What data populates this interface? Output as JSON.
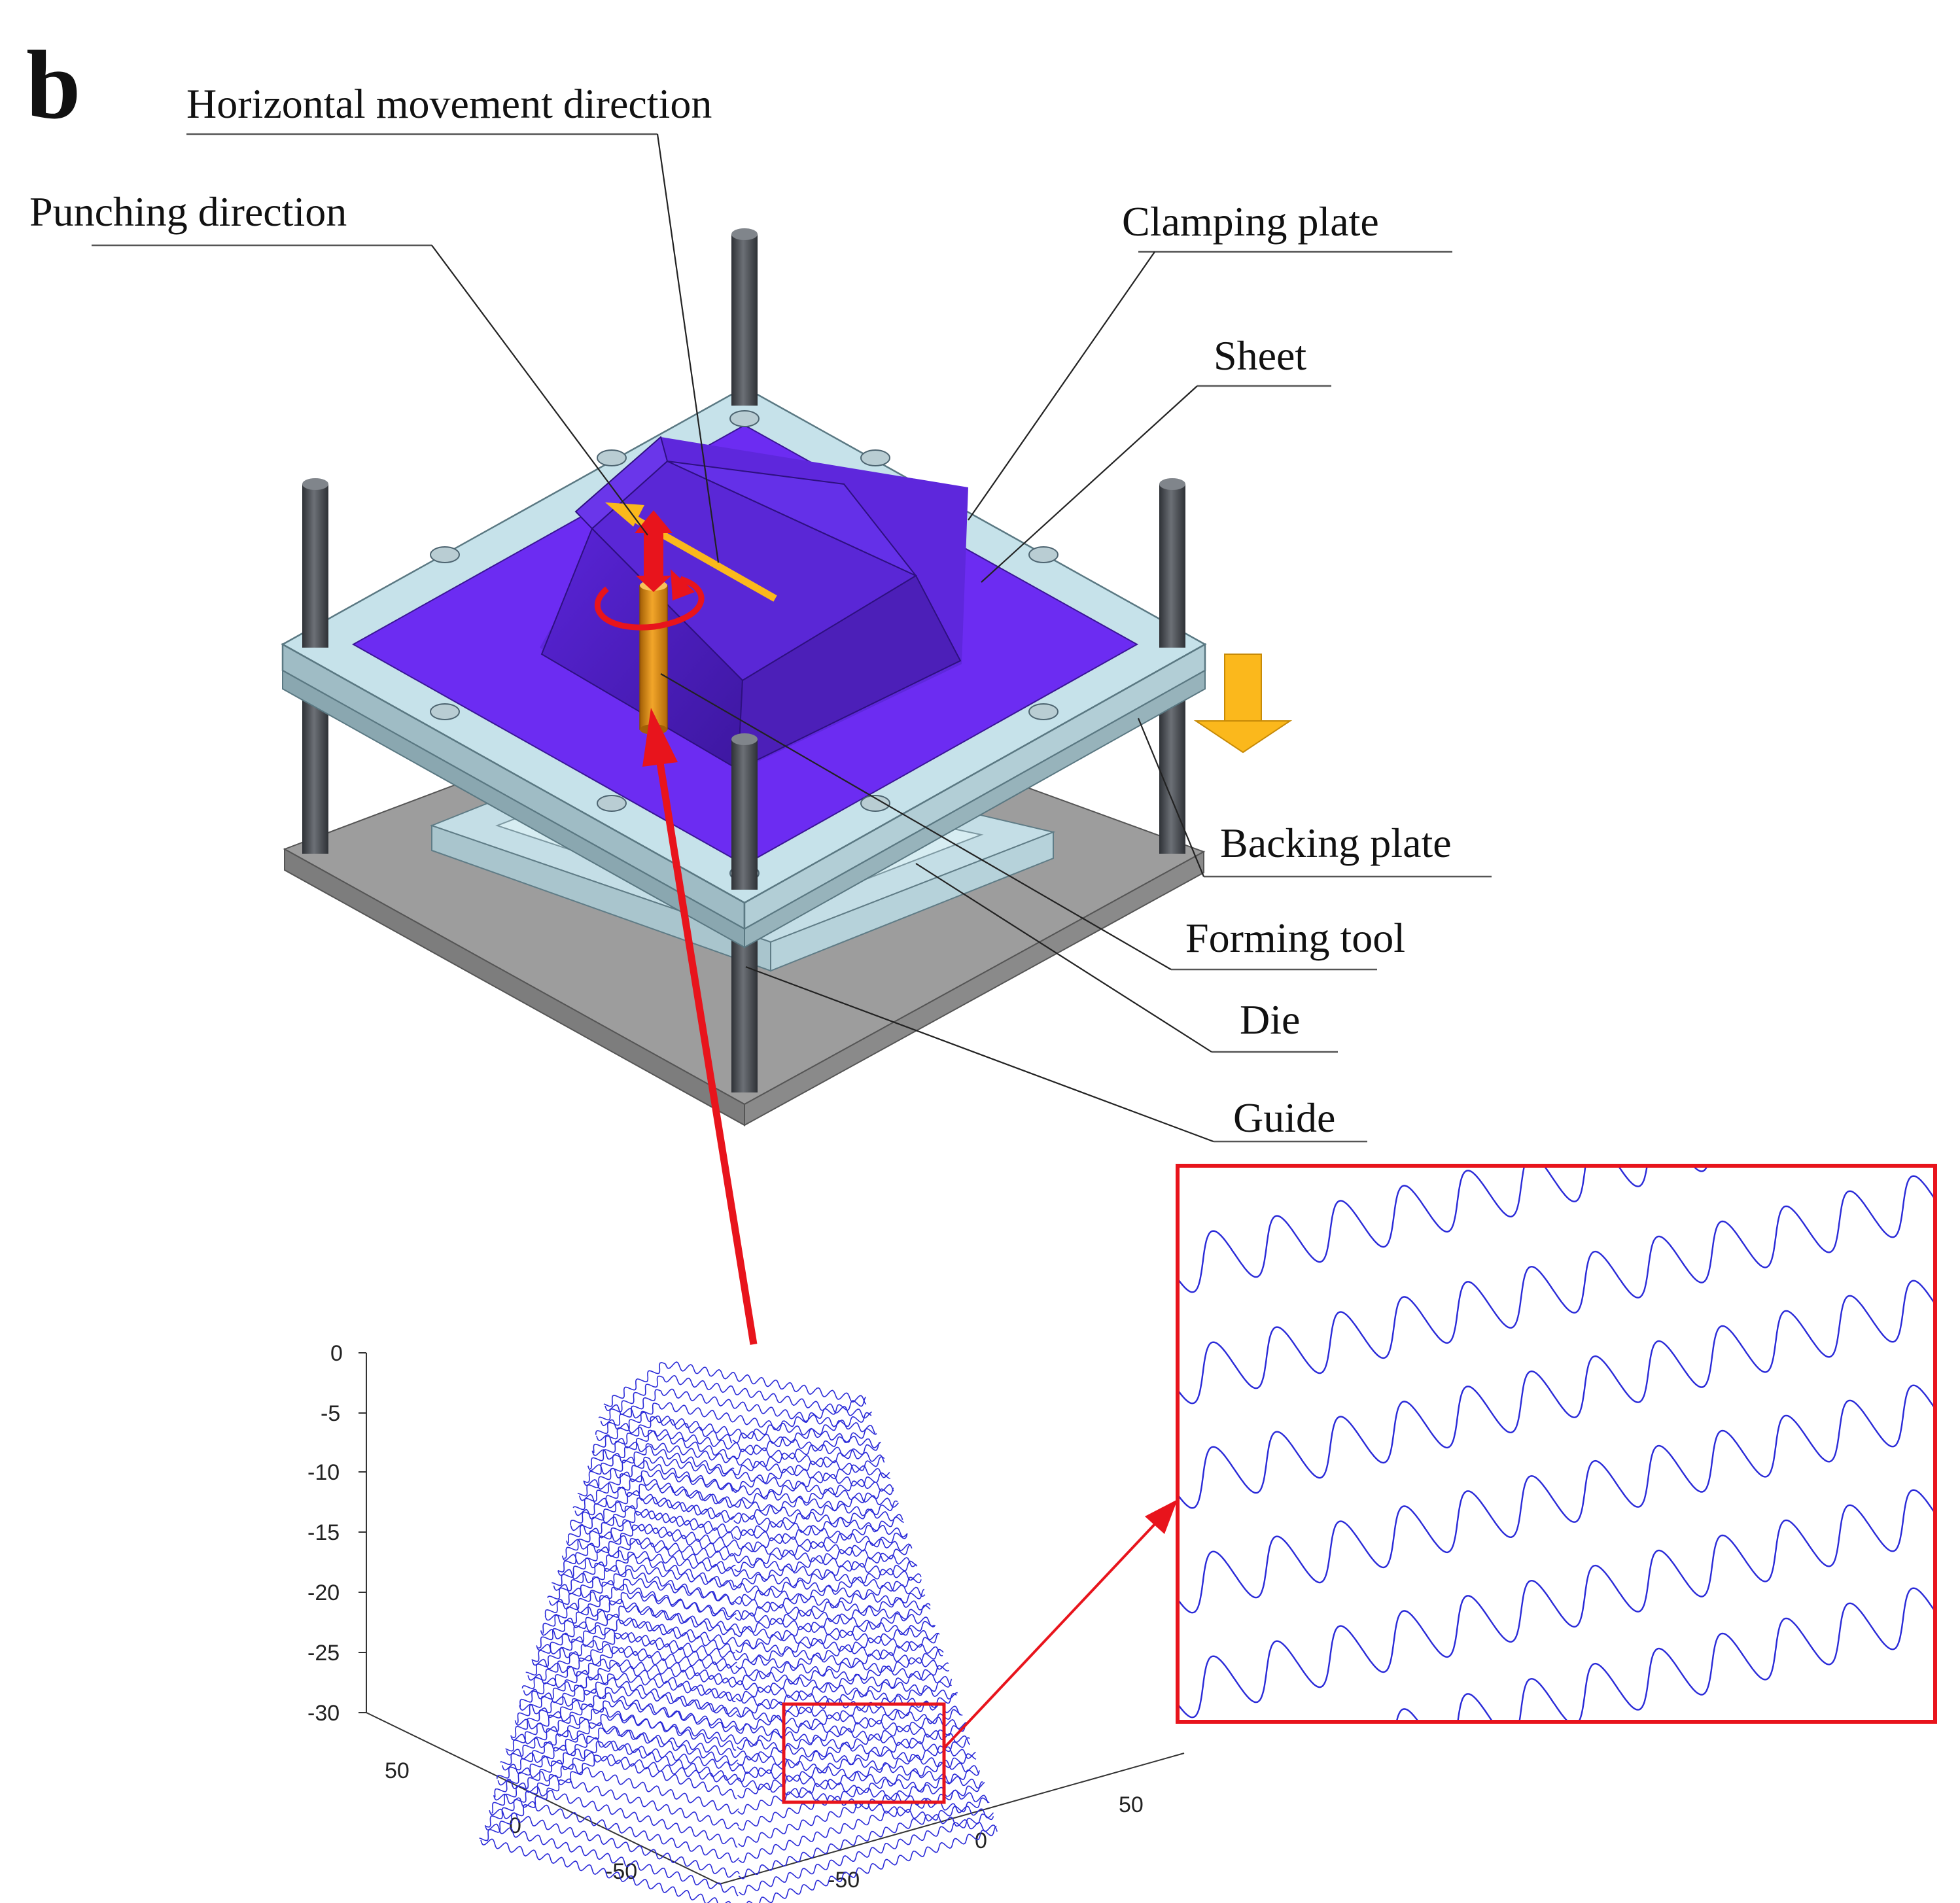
{
  "panel_label": "b",
  "labels": {
    "horizontal": "Horizontal movement direction",
    "punching": "Punching direction",
    "clamping": "Clamping plate",
    "sheet": "Sheet",
    "backing": "Backing plate",
    "forming": "Forming tool",
    "die": "Die",
    "guide": "Guide"
  },
  "axes": {
    "z_ticks": [
      "0",
      "-5",
      "-10",
      "-15",
      "-20",
      "-25",
      "-30"
    ],
    "y_ticks": [
      "50",
      "0",
      "-50"
    ],
    "x_ticks": [
      "50",
      "0",
      "-50"
    ]
  },
  "colors": {
    "sheet": "#6a2bf0",
    "sheet_dark": "#4b1fb4",
    "plate": "#c6e1e8",
    "base": "#9a9a9a",
    "guide": "#4a4d52",
    "tool": "#d98a12",
    "arrow_red": "#e8141c",
    "arrow_yellow": "#fbb81c",
    "toolpath": "#2a2ad8"
  },
  "icons": [
    "rotation-arrow-icon",
    "down-arrow-icon"
  ]
}
